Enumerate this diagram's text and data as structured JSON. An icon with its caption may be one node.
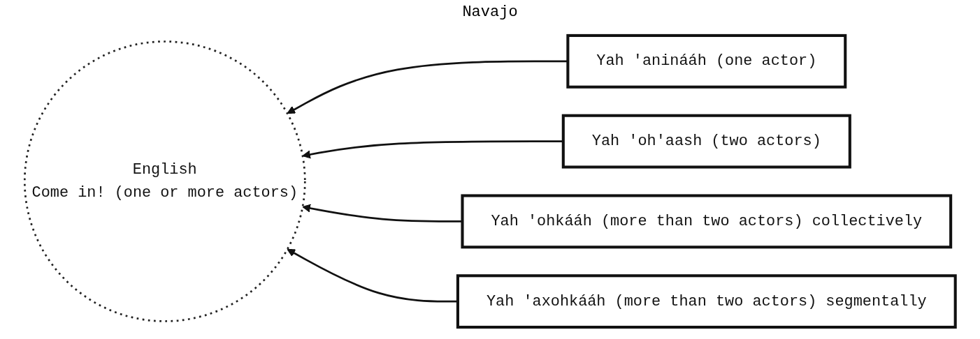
{
  "diagram": {
    "nodes": [
      {
        "text": [
          "English",
          "Come in! (one or more actors)"
        ]
      },
      {
        "text": [
          "Yah 'aninááh (one actor)"
        ]
      },
      {
        "text": [
          "Yah 'oh'aash (two actors)"
        ]
      },
      {
        "text": [
          "Yah 'ohkááh (more than two actors) collectively"
        ]
      },
      {
        "text": [
          "Yah 'axohkááh (more than two actors) segmentally"
        ]
      }
    ],
    "edges": [
      {
        "from": 1,
        "to": 0,
        "arrow": "to"
      },
      {
        "from": 2,
        "to": 0,
        "arrow": "to"
      },
      {
        "from": 3,
        "to": 0,
        "arrow": "to"
      },
      {
        "from": 4,
        "to": 0,
        "arrow": "to"
      }
    ],
    "labels": [
      "Navajo"
    ]
  }
}
